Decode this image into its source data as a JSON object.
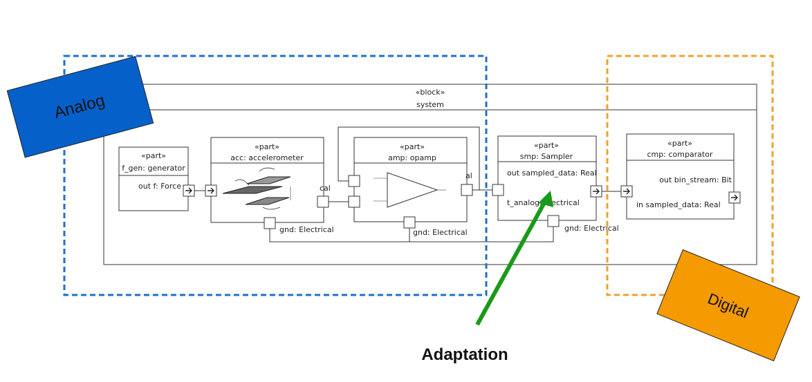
{
  "system": {
    "stereotype": "«block»",
    "name": "system"
  },
  "parts": {
    "f_gen": {
      "stereotype": "«part»",
      "name": "f_gen: generator",
      "port": "out f: Force"
    },
    "acc": {
      "stereotype": "«part»",
      "name": "acc: accelerometer",
      "port_fragment": "cal"
    },
    "amp": {
      "stereotype": "«part»",
      "name": "amp: opamp",
      "port_fragment": "al"
    },
    "smp": {
      "stereotype": "«part»",
      "name": "smp: Sampler",
      "port_out": "out sampled_data: Real",
      "port_in": "t_analog: Electrical"
    },
    "cmp": {
      "stereotype": "«part»",
      "name": "cmp: comparator",
      "port_out": "out bin_stream: Bit",
      "port_in": "in sampled_data: Real"
    }
  },
  "gnd_labels": [
    "gnd: Electrical",
    "gnd: Electrical",
    "gnd: Electrical"
  ],
  "callouts": {
    "analog": "Analog",
    "digital": "Digital",
    "adaptation": "Adaptation"
  },
  "colors": {
    "analog_fill": "#0560c9",
    "digital_fill": "#f59a00",
    "analog_dash": "#1f6fc9",
    "digital_dash": "#f0a030",
    "arrow": "#1a9a1a"
  }
}
